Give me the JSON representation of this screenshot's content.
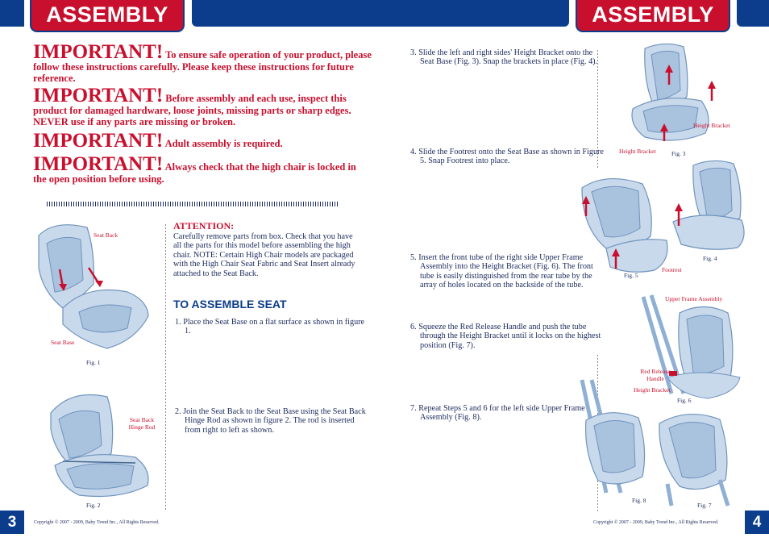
{
  "header": {
    "left_tab": "ASSEMBLY",
    "right_tab": "ASSEMBLY"
  },
  "important": [
    {
      "heading": "IMPORTANT!",
      "text": "To ensure safe operation of your product, please follow these instructions carefully. Please keep these instructions for future reference."
    },
    {
      "heading": "IMPORTANT!",
      "text": "Before assembly and each use, inspect this product for damaged hardware, loose joints, missing parts or sharp edges. NEVER use if any parts are missing or broken."
    },
    {
      "heading": "IMPORTANT!",
      "text": "Adult assembly is required."
    },
    {
      "heading": "IMPORTANT!",
      "text": "Always check that the high chair is locked in the open position before using."
    }
  ],
  "attention": {
    "heading": "ATTENTION:",
    "text": "Carefully remove parts from box. Check that you have all the parts for this model before assembling the high chair. NOTE: Certain High Chair models are packaged with the High Chair Seat Fabric and Seat Insert already attached to the Seat Back."
  },
  "section_heading": "TO ASSEMBLE SEAT",
  "steps": [
    "1. Place the Seat Base on a flat surface as shown in figure 1.",
    "2. Join the Seat Back to the Seat Base using the Seat Back Hinge Rod as shown in figure 2. The rod is inserted from right to left as shown.",
    "3. Slide the left and right sides' Height Bracket onto the Seat Base (Fig. 3). Snap the brackets in place (Fig. 4).",
    "4. Slide the Footrest onto the Seat Base as shown in Figure 5. Snap Footrest into place.",
    "5. Insert the front tube of the right side Upper Frame Assembly into the Height Bracket (Fig. 6). The front tube is easily distinguished from the rear tube by the array of holes located on the backside of the tube.",
    "6. Squeeze the Red Release Handle and push the tube through the Height Bracket until it locks on the highest position (Fig. 7).",
    "7. Repeat Steps 5 and 6 for the left side Upper Frame Assembly (Fig. 8)."
  ],
  "labels": {
    "seat_back": "Seat Back",
    "seat_base": "Seat Base",
    "hinge_rod": "Seat Back Hinge Rod",
    "height_bracket": "Height Bracket",
    "footrest": "Footrest",
    "upper_frame": "Upper Frame Assembly",
    "red_release": "Red Release Handle"
  },
  "figures": {
    "fig1": "Fig. 1",
    "fig2": "Fig. 2",
    "fig3": "Fig. 3",
    "fig4": "Fig. 4",
    "fig5": "Fig. 5",
    "fig6": "Fig. 6",
    "fig7": "Fig. 7",
    "fig8": "Fig. 8"
  },
  "footer": {
    "copyright_left": "Copyright © 2007 - 2009, Baby Trend Inc., All Rights Reserved.",
    "copyright_right": "Copyright © 2007 - 2009, Baby Trend Inc., All Rights Reserved.",
    "page_left": "3",
    "page_right": "4"
  },
  "colors": {
    "navy": "#0b3d8c",
    "red": "#c8102e",
    "text": "#1b2a5c",
    "illustration": "#a9c3df"
  }
}
